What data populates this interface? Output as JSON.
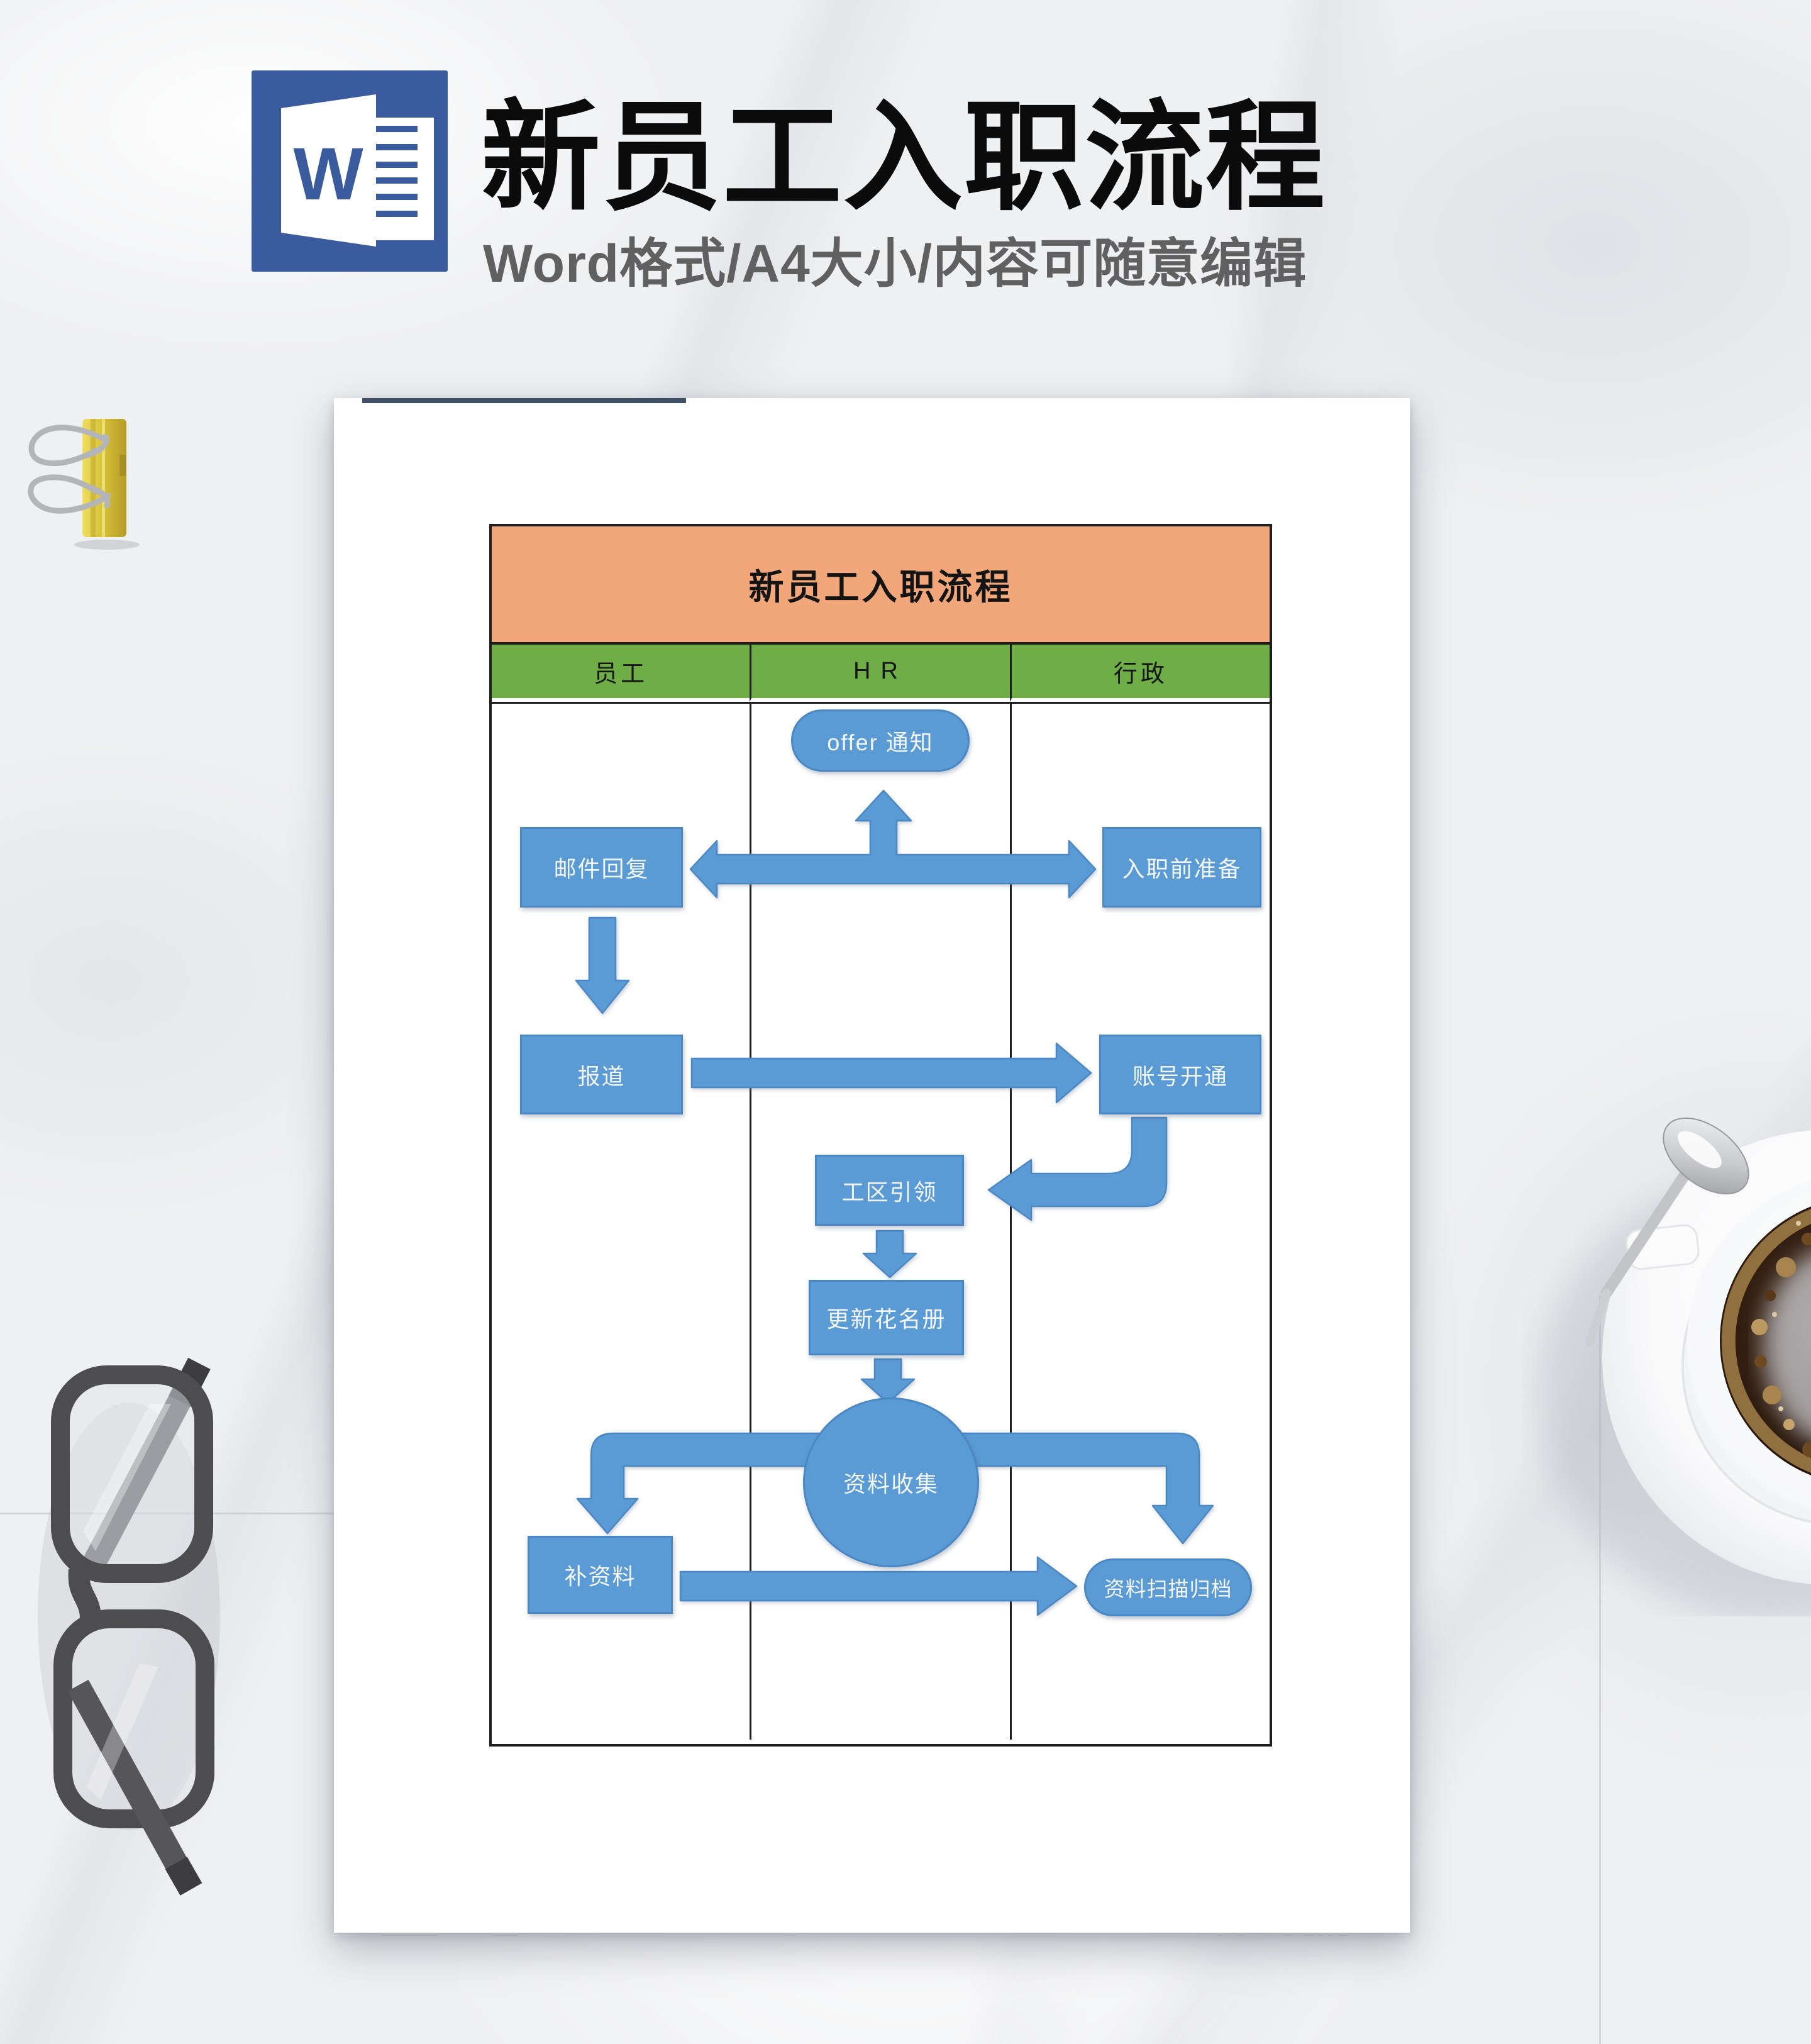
{
  "header": {
    "title": "新员工入职流程",
    "subtitle": "Word格式/A4大小/内容可随意编辑",
    "icon_letter": "W"
  },
  "document": {
    "table_title": "新员工入职流程",
    "lanes": [
      {
        "label": "员工"
      },
      {
        "label": "HR"
      },
      {
        "label": "行政"
      }
    ],
    "nodes": [
      {
        "id": "offer-notice",
        "label": "offer 通知",
        "shape": "stadium",
        "lane": "HR"
      },
      {
        "id": "email-reply",
        "label": "邮件回复",
        "shape": "rect",
        "lane": "员工"
      },
      {
        "id": "pre-onboarding",
        "label": "入职前准备",
        "shape": "rect",
        "lane": "行政"
      },
      {
        "id": "report-in",
        "label": "报道",
        "shape": "rect",
        "lane": "员工"
      },
      {
        "id": "account-open",
        "label": "账号开通",
        "shape": "rect",
        "lane": "行政"
      },
      {
        "id": "workspace-guide",
        "label": "工区引领",
        "shape": "rect",
        "lane": "HR"
      },
      {
        "id": "update-roster",
        "label": "更新花名册",
        "shape": "rect",
        "lane": "HR"
      },
      {
        "id": "collect-docs",
        "label": "资料收集",
        "shape": "circle",
        "lane": "HR"
      },
      {
        "id": "supplement-docs",
        "label": "补资料",
        "shape": "rect",
        "lane": "员工"
      },
      {
        "id": "scan-archive",
        "label": "资料扫描归档",
        "shape": "stadium",
        "lane": "行政"
      }
    ],
    "colors": {
      "word_blue": "#3A5B9D",
      "header_orange": "#F1A77A",
      "lane_green": "#6FAE47",
      "node_blue": "#5B9BD5",
      "node_border": "#4B87C2",
      "table_border": "#1E1E1E",
      "title_black": "#0B0B0B",
      "subtitle_gray": "#606060",
      "clip_yellow": "#D8C33B"
    }
  },
  "decorations": {
    "binder_clip": "yellow-binder-clip",
    "glasses": "gray-eyeglasses",
    "coffee": "coffee-cup-with-spoon"
  }
}
